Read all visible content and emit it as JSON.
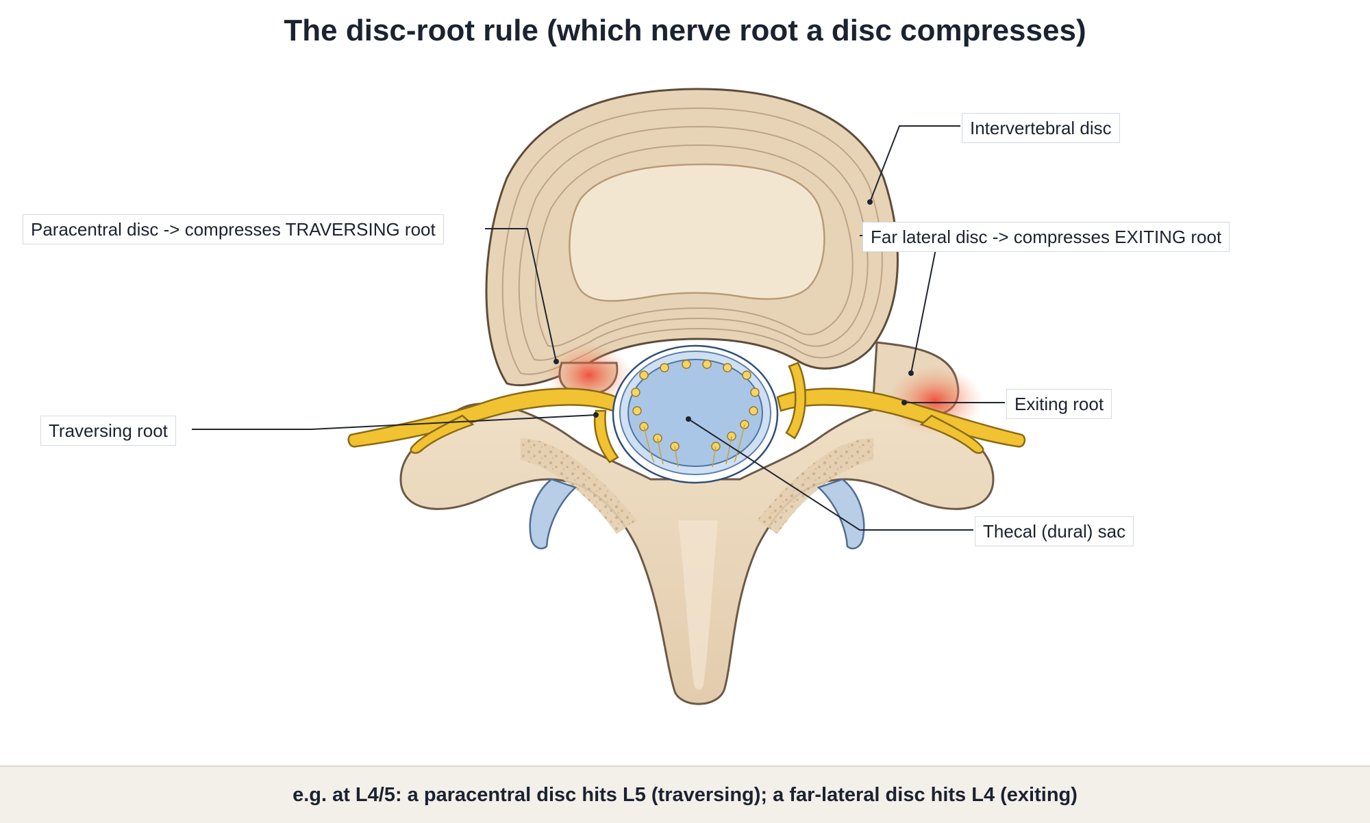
{
  "title": "The disc-root rule (which nerve root a disc compresses)",
  "labels": {
    "intervertebral_disc": "Intervertebral disc",
    "paracentral": "Paracentral disc -> compresses TRAVERSING root",
    "far_lateral": "Far lateral disc -> compresses EXITING root",
    "traversing_root": "Traversing root",
    "exiting_root": "Exiting root",
    "thecal_sac": "Thecal (dural) sac"
  },
  "footer": "e.g. at L4/5: a paracentral disc hits L5 (traversing); a far-lateral disc hits L4 (exiting)",
  "colors": {
    "bone": "#e9d6bb",
    "bone_outline": "#6b5a47",
    "disc_nucleus": "#f3e6d1",
    "nerve": "#f1c232",
    "thecal_sac": "#a9c6e6",
    "compression_glow": "#ef4a3a"
  }
}
